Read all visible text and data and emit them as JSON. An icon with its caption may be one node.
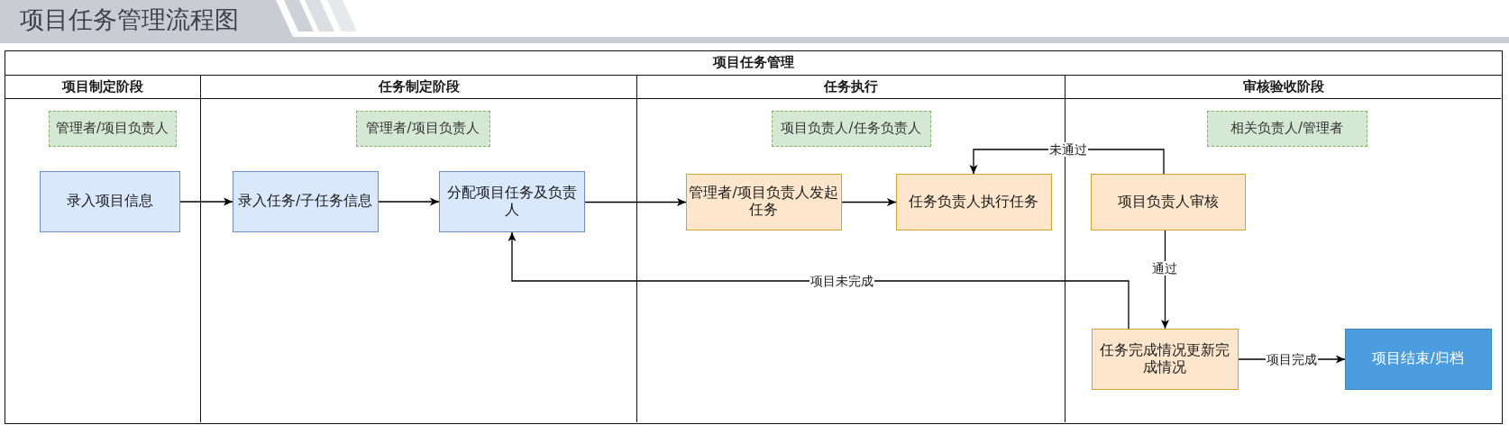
{
  "diagram": {
    "title": "项目任务管理流程图",
    "nodes": [
      {
        "text": [
          "项目任务管理"
        ]
      },
      {
        "text": [
          "项目制定阶段"
        ],
        "in": 0
      },
      {
        "text": [
          "任务制定阶段"
        ],
        "in": 0
      },
      {
        "text": [
          "任务执行"
        ],
        "in": 0
      },
      {
        "text": [
          "审核验收阶段"
        ],
        "in": 0
      },
      {
        "text": [
          "管理者/项目负责人"
        ],
        "in": 1
      },
      {
        "text": [
          "录入项目信息"
        ],
        "in": 1
      },
      {
        "text": [
          "管理者/项目负责人"
        ],
        "in": 2
      },
      {
        "text": [
          "录入任务/子任务信息"
        ],
        "in": 2
      },
      {
        "text": [
          "分配项目任务及负责人"
        ],
        "in": 2
      },
      {
        "text": [
          "项目负责人/任务负责人"
        ],
        "in": 3
      },
      {
        "text": [
          "管理者/项目负责人发起任务"
        ],
        "in": 3
      },
      {
        "text": [
          "任务负责人执行任务"
        ],
        "in": 3
      },
      {
        "text": [
          "相关负责人/管理者"
        ],
        "in": 4
      },
      {
        "text": [
          "项目负责人审核"
        ],
        "in": 4
      },
      {
        "text": [
          "任务完成情况更新完成情况"
        ],
        "in": 4
      },
      {
        "text": [
          "项目结束/归档"
        ],
        "in": 4
      }
    ],
    "edges": [
      {
        "from": 6,
        "to": 8,
        "arrow": "to"
      },
      {
        "from": 8,
        "to": 9,
        "arrow": "to"
      },
      {
        "from": 9,
        "to": 11,
        "arrow": "to"
      },
      {
        "from": 11,
        "to": 12,
        "arrow": "to"
      },
      {
        "from": 14,
        "to": 12,
        "arrow": "to",
        "label": "未通过"
      },
      {
        "from": 14,
        "to": 15,
        "arrow": "to",
        "label": "通过"
      },
      {
        "from": 15,
        "to": 9,
        "arrow": "to",
        "label": "项目未完成"
      },
      {
        "from": 15,
        "to": 16,
        "arrow": "to",
        "label": "项目完成"
      }
    ]
  }
}
